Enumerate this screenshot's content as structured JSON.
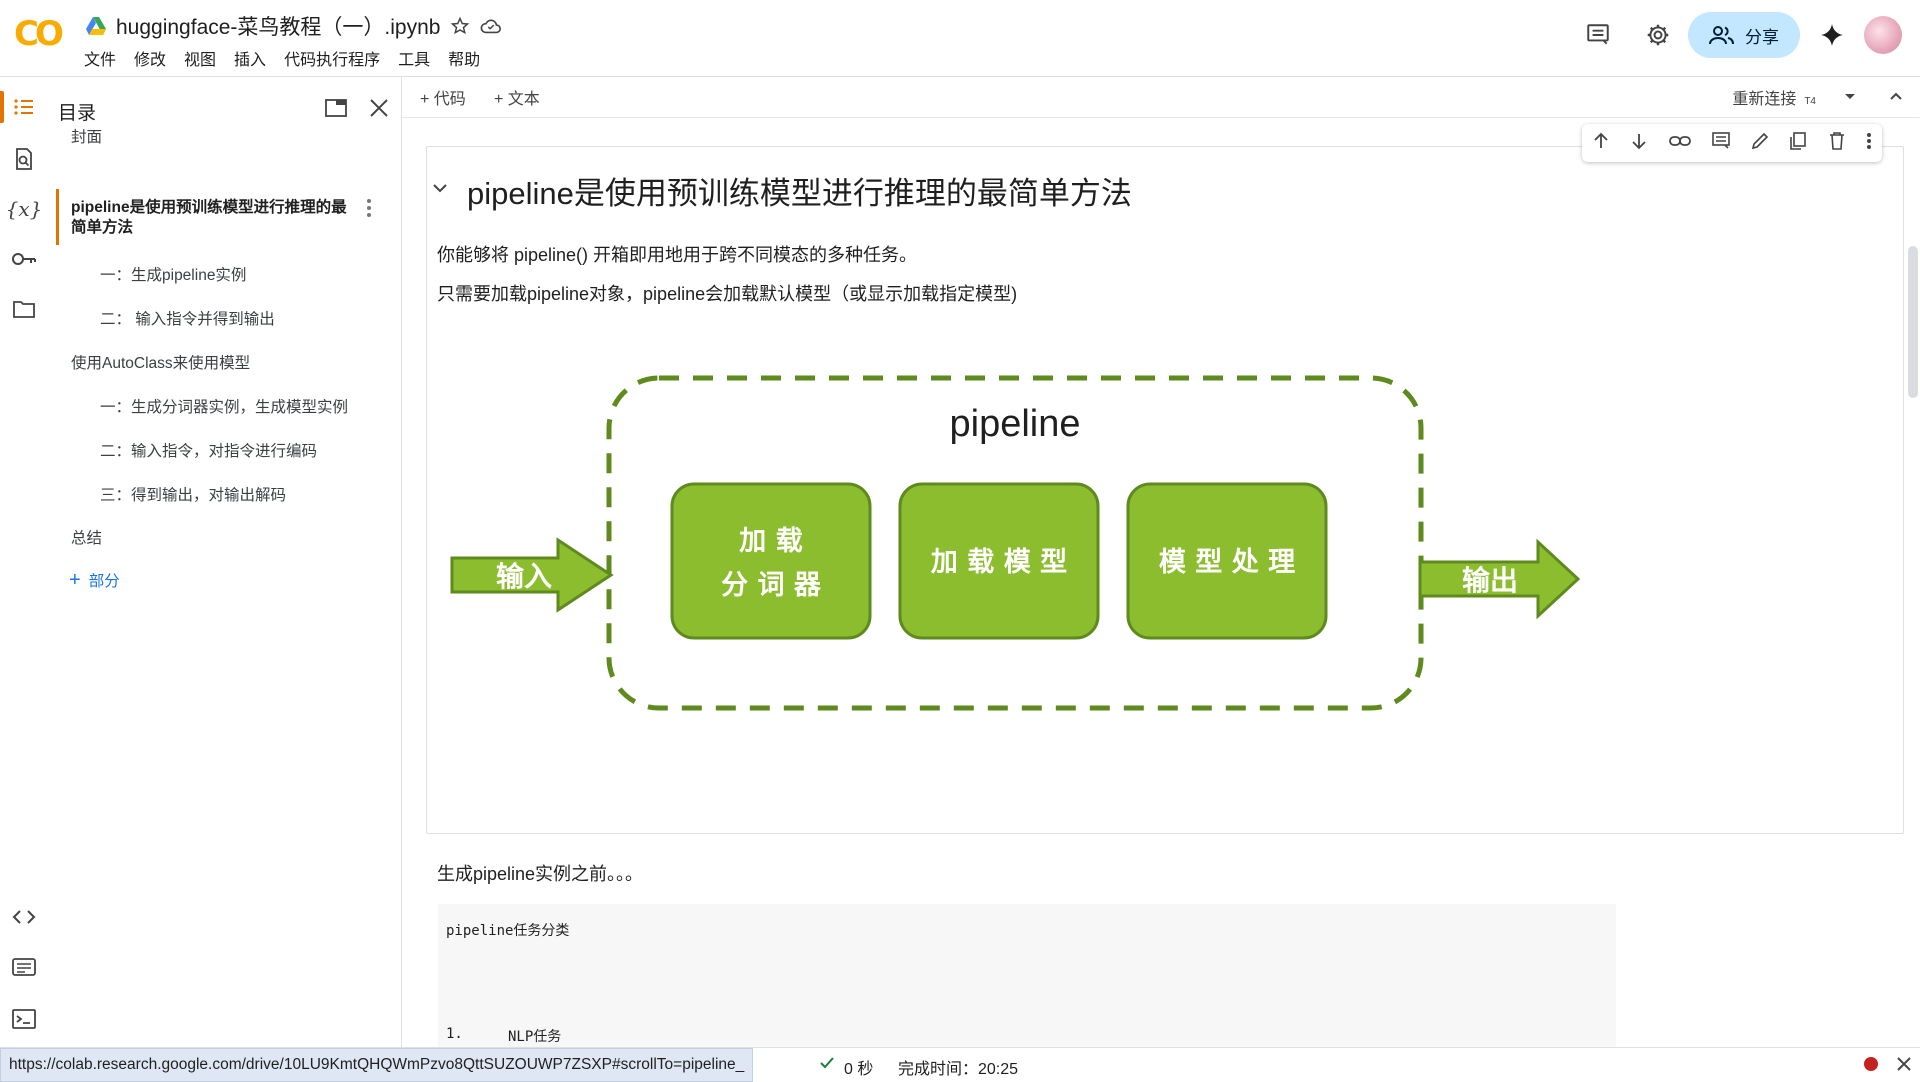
{
  "app": {
    "logo_text": "CO",
    "doc_title": "huggingface-菜鸟教程（一）.ipynb"
  },
  "menu": [
    "文件",
    "修改",
    "视图",
    "插入",
    "代码执行程序",
    "工具",
    "帮助"
  ],
  "header_right": {
    "share_label": "分享"
  },
  "toolbar2": {
    "add_code": "+ 代码",
    "add_text": "+ 文本",
    "reconnect": "重新连接",
    "runtime": "T4"
  },
  "rail": {
    "icons": [
      "toc-icon",
      "find-icon",
      "variables-icon",
      "secrets-icon",
      "files-icon",
      "code-snippets-icon",
      "command-palette-icon",
      "terminal-icon"
    ]
  },
  "toc": {
    "title": "目录",
    "items": [
      {
        "label": "封面"
      },
      {
        "label": "pipeline是使用预训练模型进行推理的最简单方法"
      },
      {
        "label": "一：生成pipeline实例"
      },
      {
        "label": "二： 输入指令并得到输出"
      },
      {
        "label": "使用AutoClass来使用模型"
      },
      {
        "label": "一：生成分词器实例，生成模型实例"
      },
      {
        "label": "二：输入指令，对指令进行编码"
      },
      {
        "label": "三：得到输出，对输出解码"
      },
      {
        "label": "总结"
      }
    ],
    "add_section": "部分"
  },
  "cell": {
    "heading": "pipeline是使用预训练模型进行推理的最简单方法",
    "para1": "你能够将 pipeline() 开箱即用地用于跨不同模态的多种任务。",
    "para2": "只需要加载pipeline对象，pipeline会加载默认模型（或显示加载指定模型)",
    "diagram": {
      "title": "pipeline",
      "input": "输入",
      "output": "输出",
      "box1_line1": "加 载",
      "box1_line2": "分 词 器",
      "box2": "加 载 模 型",
      "box3": "模 型 处 理",
      "color_green": "#8cbd2e",
      "color_dark": "#5e8a1e"
    }
  },
  "after_cell": {
    "text": "生成pipeline实例之前。。。",
    "code_line1": "pipeline任务分类",
    "code_line2_num": "1.",
    "code_line2": "NLP任务"
  },
  "status": {
    "url": "https://colab.research.google.com/drive/10LU9KmtQHQWmPzvo8QttSUZOUWP7ZSXP#scrollTo=pipeline_",
    "duration": "0 秒",
    "finished": "完成时间：20:25"
  }
}
